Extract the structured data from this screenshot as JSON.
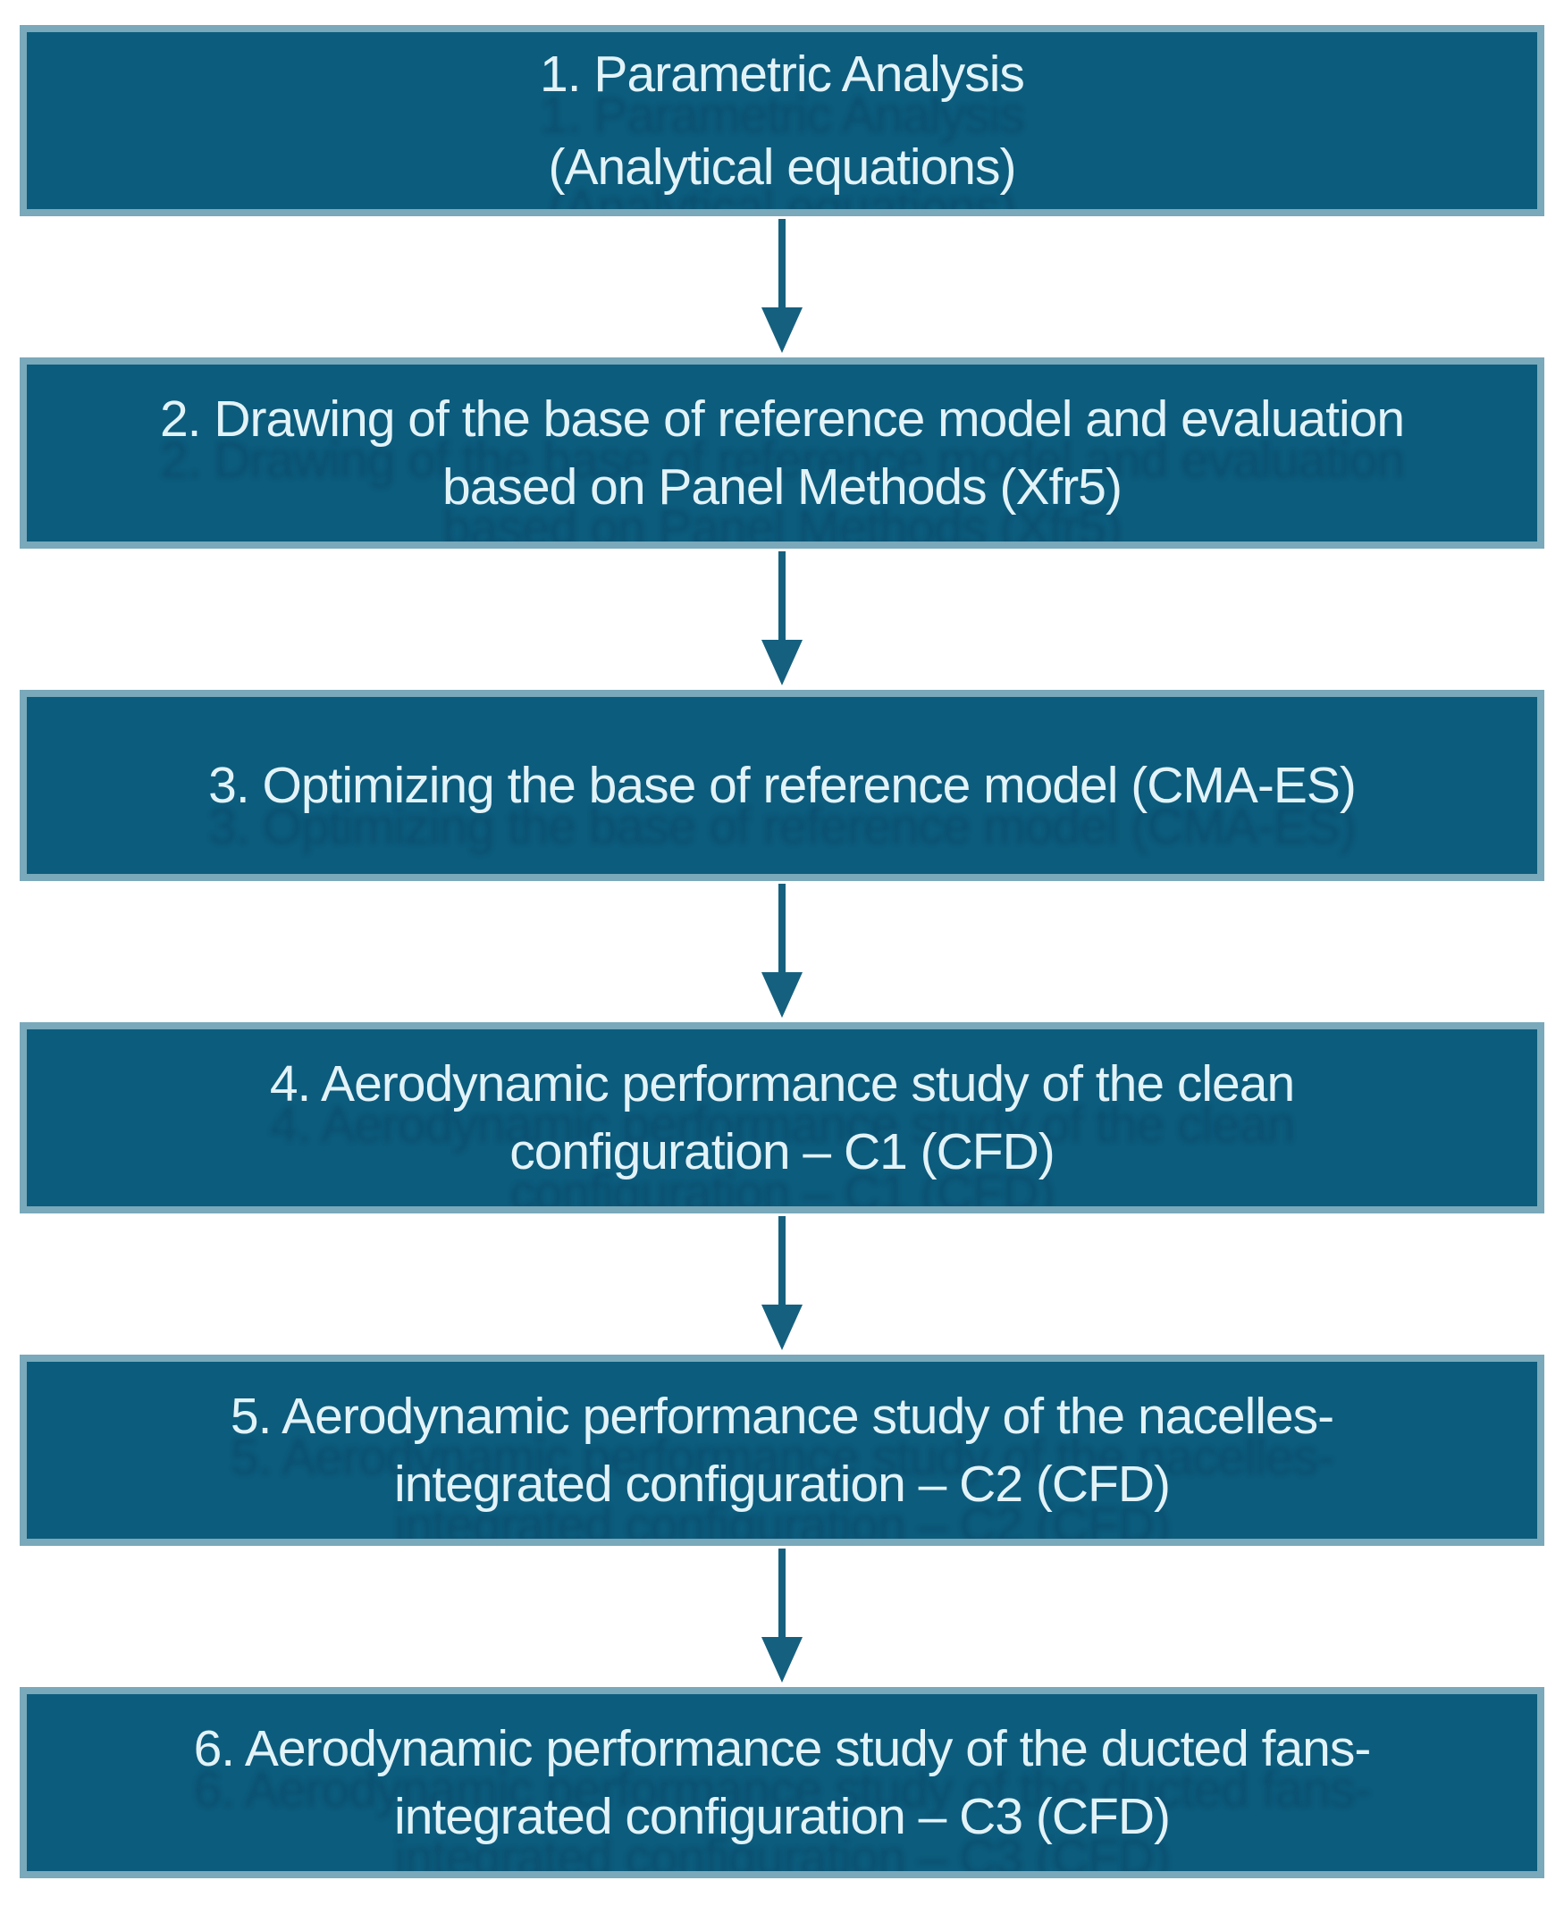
{
  "diagram": {
    "type": "flowchart",
    "direction": "top-down",
    "steps": [
      {
        "lines": [
          "1. Parametric Analysis",
          "(Analytical equations)"
        ]
      },
      {
        "lines": [
          "2. Drawing of the base of reference model and evaluation",
          "based on Panel Methods (Xfr5)"
        ]
      },
      {
        "lines": [
          "3. Optimizing the base of reference model (CMA-ES)"
        ]
      },
      {
        "lines": [
          "4. Aerodynamic performance study of the clean",
          "configuration – C1 (CFD)"
        ]
      },
      {
        "lines": [
          "5. Aerodynamic performance study of the nacelles-",
          "integrated configuration – C2 (CFD)"
        ]
      },
      {
        "lines": [
          "6. Aerodynamic performance study of the ducted fans-",
          "integrated configuration – C3 (CFD)"
        ]
      }
    ],
    "colors": {
      "background": "#ffffff",
      "box_fill": "#0c5c7d",
      "box_border": "#79a9ba",
      "text": "#e2f3f8",
      "arrow": "#15607f"
    }
  }
}
